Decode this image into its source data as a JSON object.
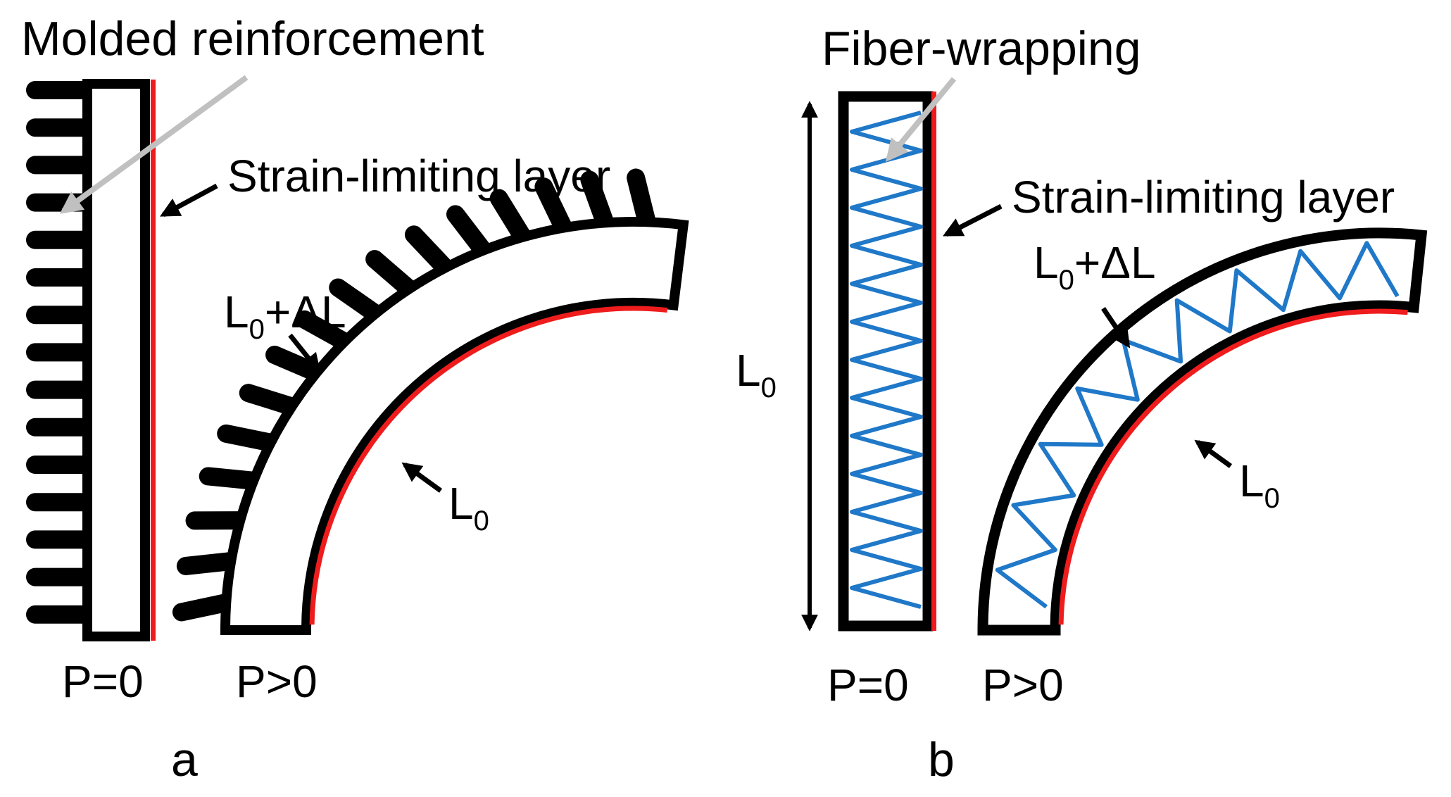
{
  "panel_a": {
    "callout_reinforcement": "Molded reinforcement",
    "callout_strain": "Strain-limiting layer",
    "label_outer_main": "L",
    "label_outer_sub": "0",
    "label_outer_rest": "+ΔL",
    "label_inner_main": "L",
    "label_inner_sub": "0",
    "state_unpressurized": "P=0",
    "state_pressurized": "P>0",
    "panel_letter": "a"
  },
  "panel_b": {
    "callout_fiber": "Fiber-wrapping",
    "callout_strain": "Strain-limiting layer",
    "length_main": "L",
    "length_sub": "0",
    "label_outer_main": "L",
    "label_outer_sub": "0",
    "label_outer_rest": "+ΔL",
    "label_inner_main": "L",
    "label_inner_sub": "0",
    "state_unpressurized": "P=0",
    "state_pressurized": "P>0",
    "panel_letter": "b"
  },
  "colors": {
    "outline": "#000000",
    "strain_layer": "#ee1c1c",
    "fiber": "#1f78c8",
    "pointer_gray": "#c0c0c0"
  }
}
